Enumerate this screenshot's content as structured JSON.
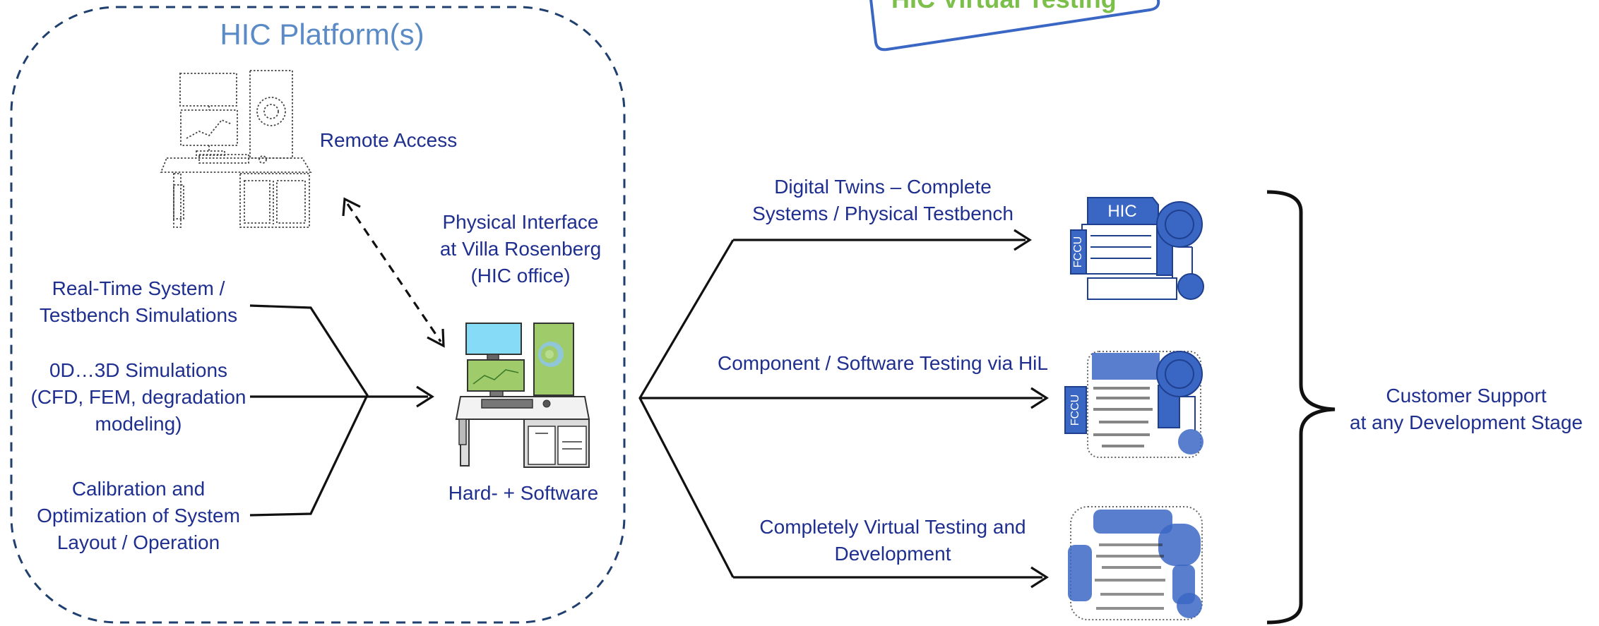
{
  "platform": {
    "title": "HIC Platform(s)",
    "remote_access": "Remote Access",
    "physical_interface": [
      "Physical Interface",
      "at Villa Rosenberg",
      "(HIC office)"
    ],
    "hard_software": "Hard- + Software"
  },
  "inputs": [
    {
      "lines": [
        "Real-Time System /",
        "Testbench Simulations"
      ]
    },
    {
      "lines": [
        "0D…3D Simulations",
        "(CFD, FEM, degradation",
        "modeling)"
      ]
    },
    {
      "lines": [
        "Calibration and",
        "Optimization of System",
        "Layout / Operation"
      ]
    }
  ],
  "outputs": [
    {
      "lines": [
        "Digital Twins – Complete",
        "Systems / Physical Testbench"
      ]
    },
    {
      "lines": [
        "Component / Software Testing via HiL"
      ]
    },
    {
      "lines": [
        "Completely Virtual Testing and",
        "Development"
      ]
    }
  ],
  "system_icon": {
    "top_label": "HIC",
    "side_label": "FCCU"
  },
  "customer_support": [
    "Customer Support",
    "at any Development Stage"
  ],
  "top_banner": {
    "text": "HIC Virtual Testing"
  },
  "colors": {
    "text": "#1f2f8f",
    "title": "#5b8bc6",
    "accent_blue": "#3b67c4",
    "green": "#9fcb6a",
    "cyan": "#86dcf6",
    "banner_text": "#7cbf4a"
  }
}
